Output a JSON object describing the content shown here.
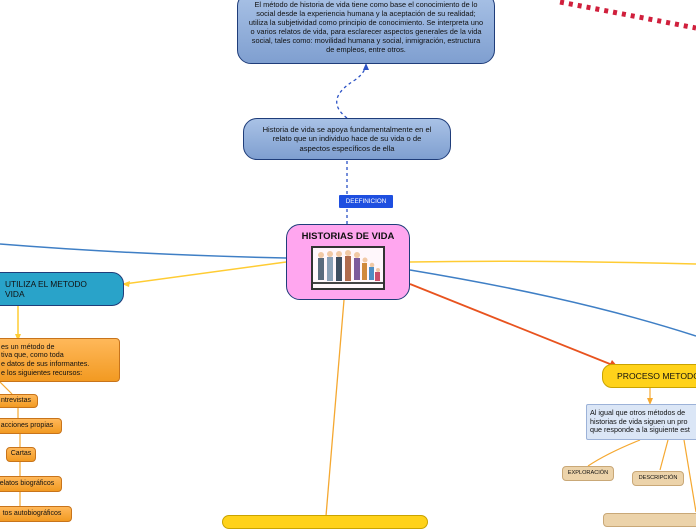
{
  "nodes": {
    "top_description": "El método de historia de vida tiene como base el conocimiento de lo social desde la experiencia humana y la aceptación de su realidad; utiliza la subjetividad como principio de conocimiento. Se interpreta uno o varios relatos de vida, para esclarecer aspectos generales de la vida social, tales como: movilidad humana y social, inmigración, estructura de empleos, entre otros.",
    "definition_text": "Historia de vida se apoya fundamentalmente en el relato que un individuo hace de su vida o de aspectos específicos de ella",
    "definition_tag": "DEEFINICION",
    "central_title": "HISTORIAS DE VIDA",
    "left_topic": "UTILIZA EL METODO\nVIDA",
    "left_description": "es un método de\ntiva que, como toda\ne datos de sus informantes.\ne los siguientes recursos:",
    "resources": [
      "ntrevistas",
      "acciones propias",
      "Cartas",
      "elatos biográficos",
      "tos autobiográficos"
    ],
    "right_topic": "PROCESO METODO",
    "right_description": "Al igual que otros métodos de\nhistorias de vida siguen un pro\nque responde a la siguiente est",
    "right_steps": [
      "EXPLORACIÓN",
      "DESCRIPCIÓN"
    ]
  },
  "colors": {
    "blue_node": "#7f9fd0",
    "central_node": "#ffa6ef",
    "left_topic_node": "#29a3c9",
    "orange_node": "#f29a22",
    "yellow_node": "#ffd21a",
    "tan_node": "#ecd3aa",
    "link_yellow": "#ffcc33",
    "link_blue": "#3f7fc5",
    "link_red": "#e8531f",
    "link_orange": "#f5a830",
    "dotted_accent": "#d01f3c"
  },
  "icons": [
    "family-illustration"
  ]
}
